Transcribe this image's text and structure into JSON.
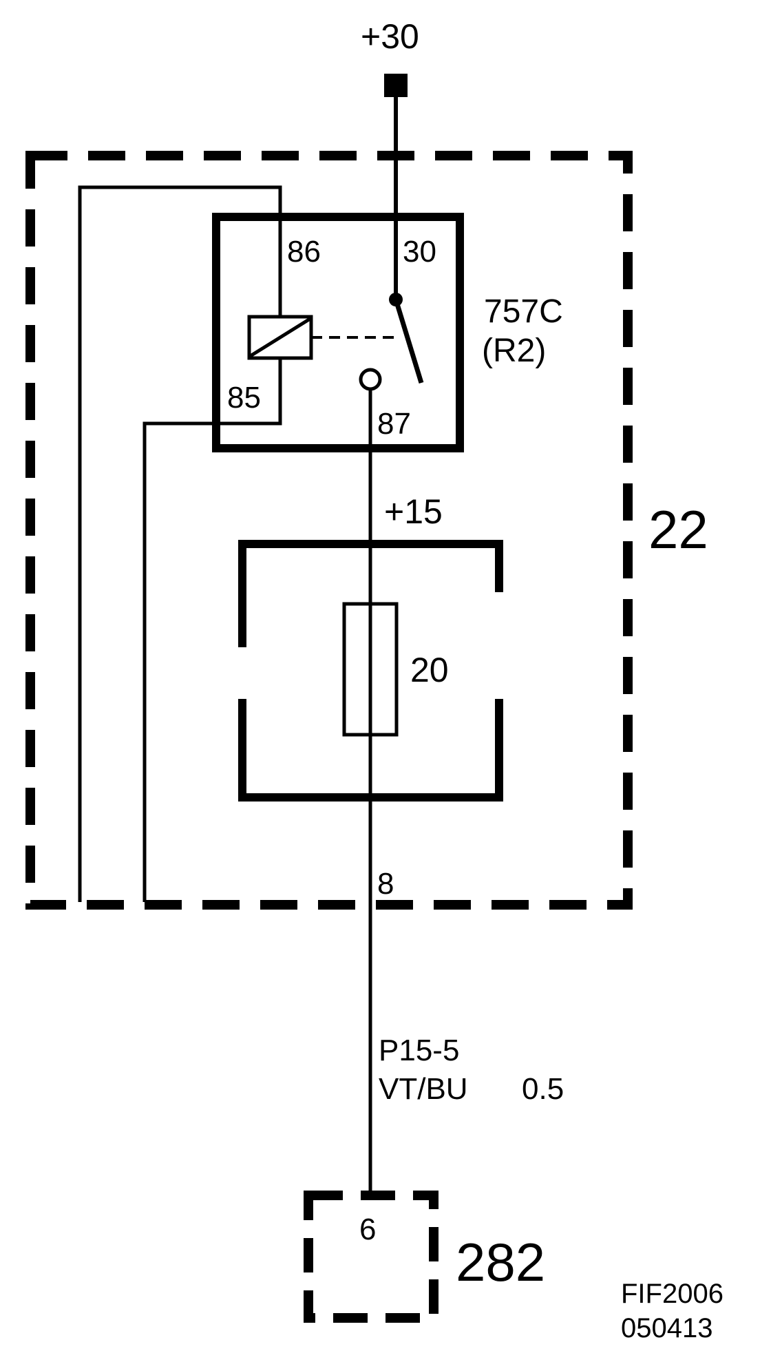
{
  "terminals": {
    "supply": "+30",
    "pin86": "86",
    "pin30": "30",
    "pin85": "85",
    "pin87": "87",
    "plus15": "+15",
    "pin8": "8",
    "pin6": "6"
  },
  "relay": {
    "id": "757C",
    "alt": "(R2)"
  },
  "fuse": {
    "rating": "20"
  },
  "modules": {
    "main_box": "22",
    "target_box": "282"
  },
  "wire": {
    "circuit": "P15-5",
    "color": "VT/BU",
    "size": "0.5"
  },
  "footer": {
    "line1": "FIF2006",
    "line2": "050413"
  }
}
